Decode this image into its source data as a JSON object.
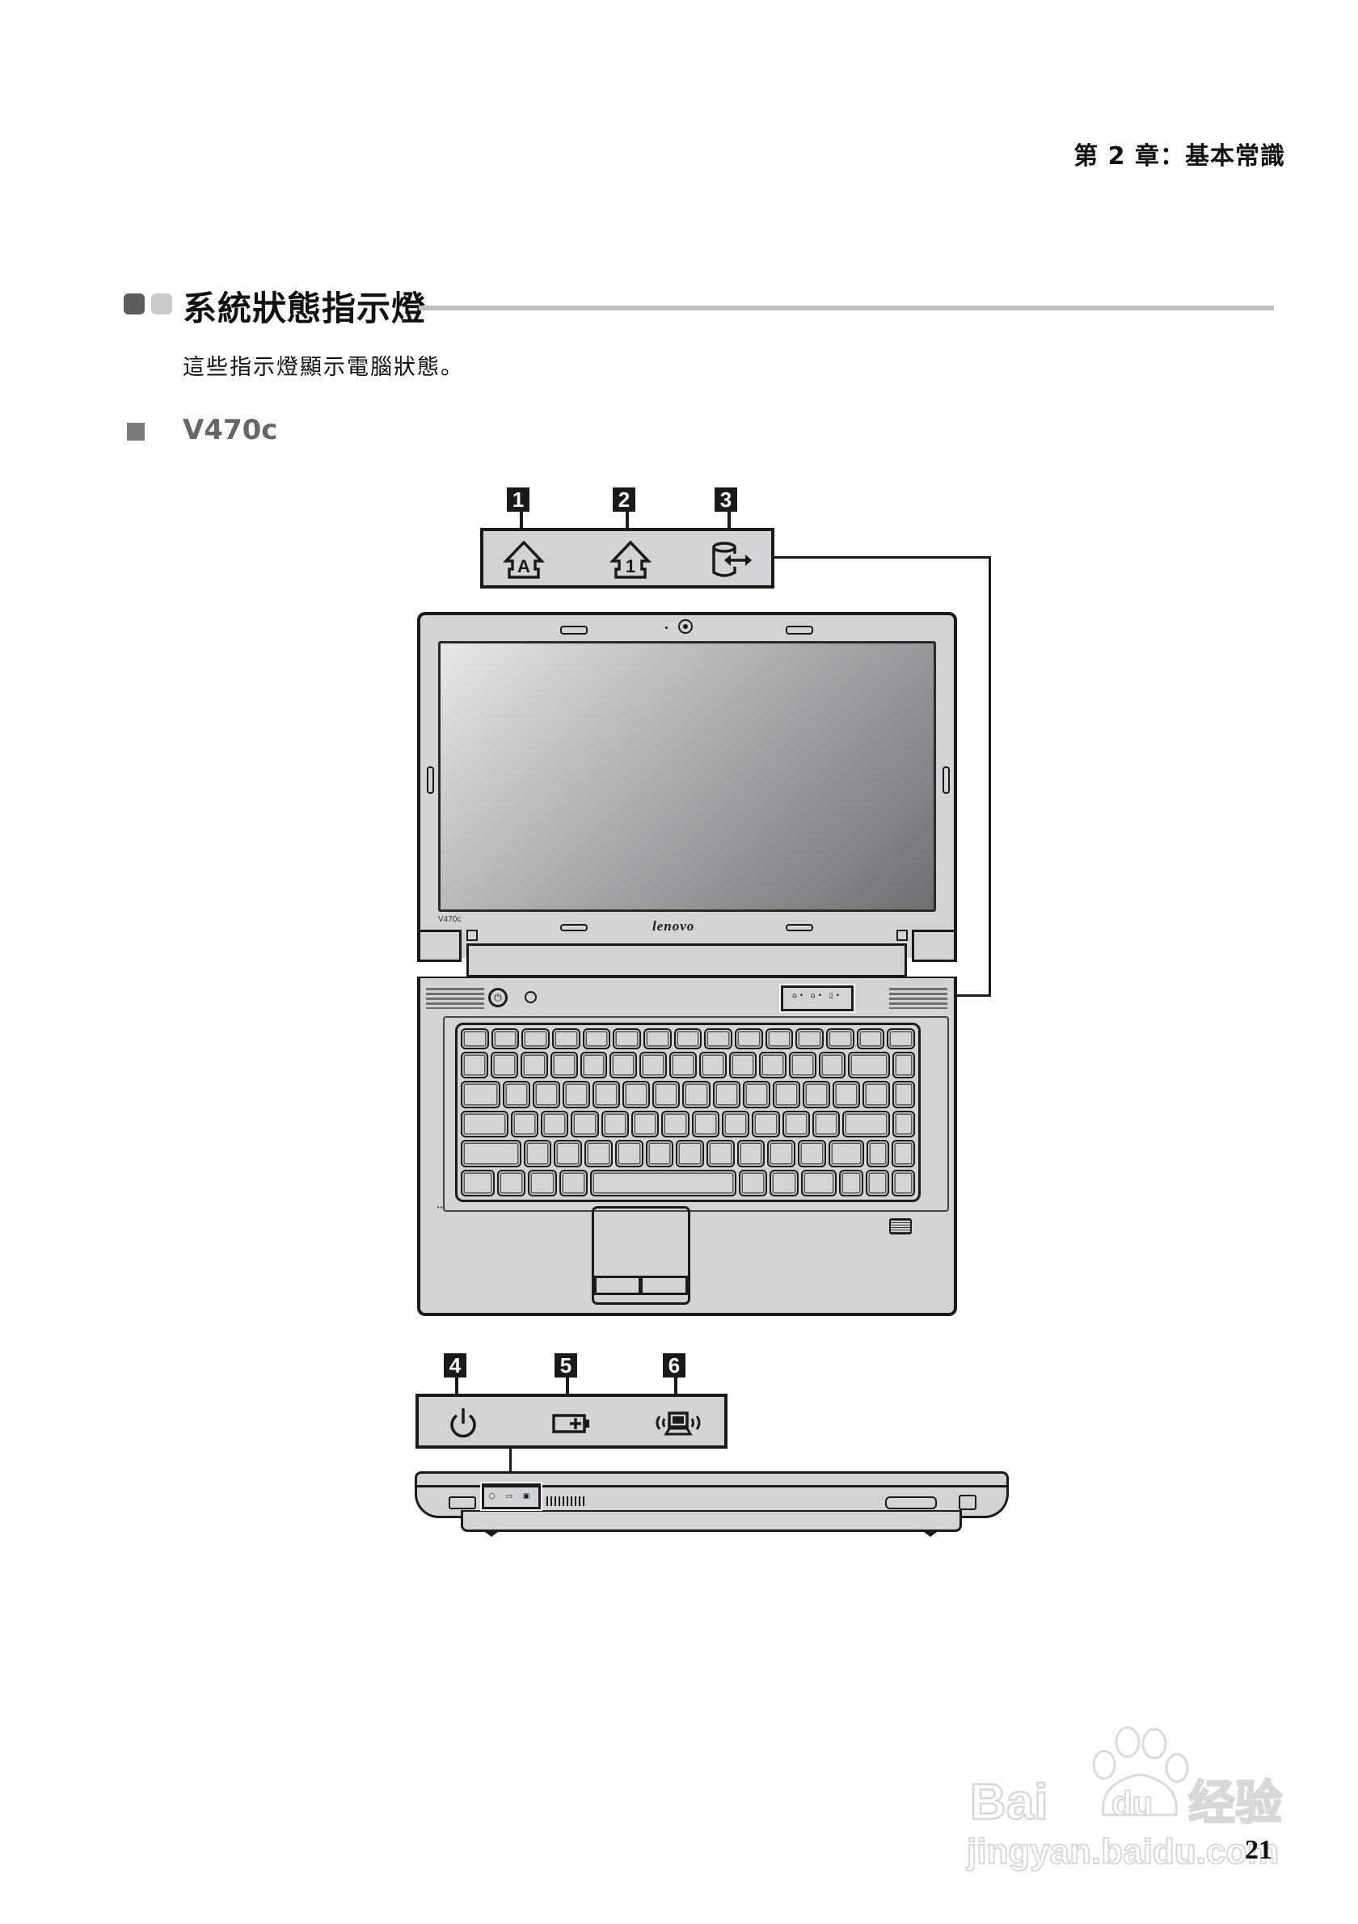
{
  "header": {
    "chapter": "第 2 章：基本常識"
  },
  "section": {
    "title": "系統狀態指示燈",
    "intro": "這些指示燈顯示電腦狀態。",
    "model": "V470c"
  },
  "top_callouts": [
    {
      "number": "1",
      "icon": "caps-lock-icon"
    },
    {
      "number": "2",
      "icon": "num-lock-icon"
    },
    {
      "number": "3",
      "icon": "hard-disk-activity-icon"
    }
  ],
  "front_callouts": [
    {
      "number": "4",
      "icon": "power-icon"
    },
    {
      "number": "5",
      "icon": "battery-charging-icon"
    },
    {
      "number": "6",
      "icon": "wireless-icon"
    }
  ],
  "laptop": {
    "brand": "lenovo",
    "model_badge": "V470c"
  },
  "colors": {
    "body": "#d2d3d5",
    "outline": "#1a1a1a",
    "rule": "#c0c0c0"
  },
  "watermark": {
    "brand": "Bai du 经验",
    "url": "jingyan.baidu.com"
  },
  "page_number": "21"
}
